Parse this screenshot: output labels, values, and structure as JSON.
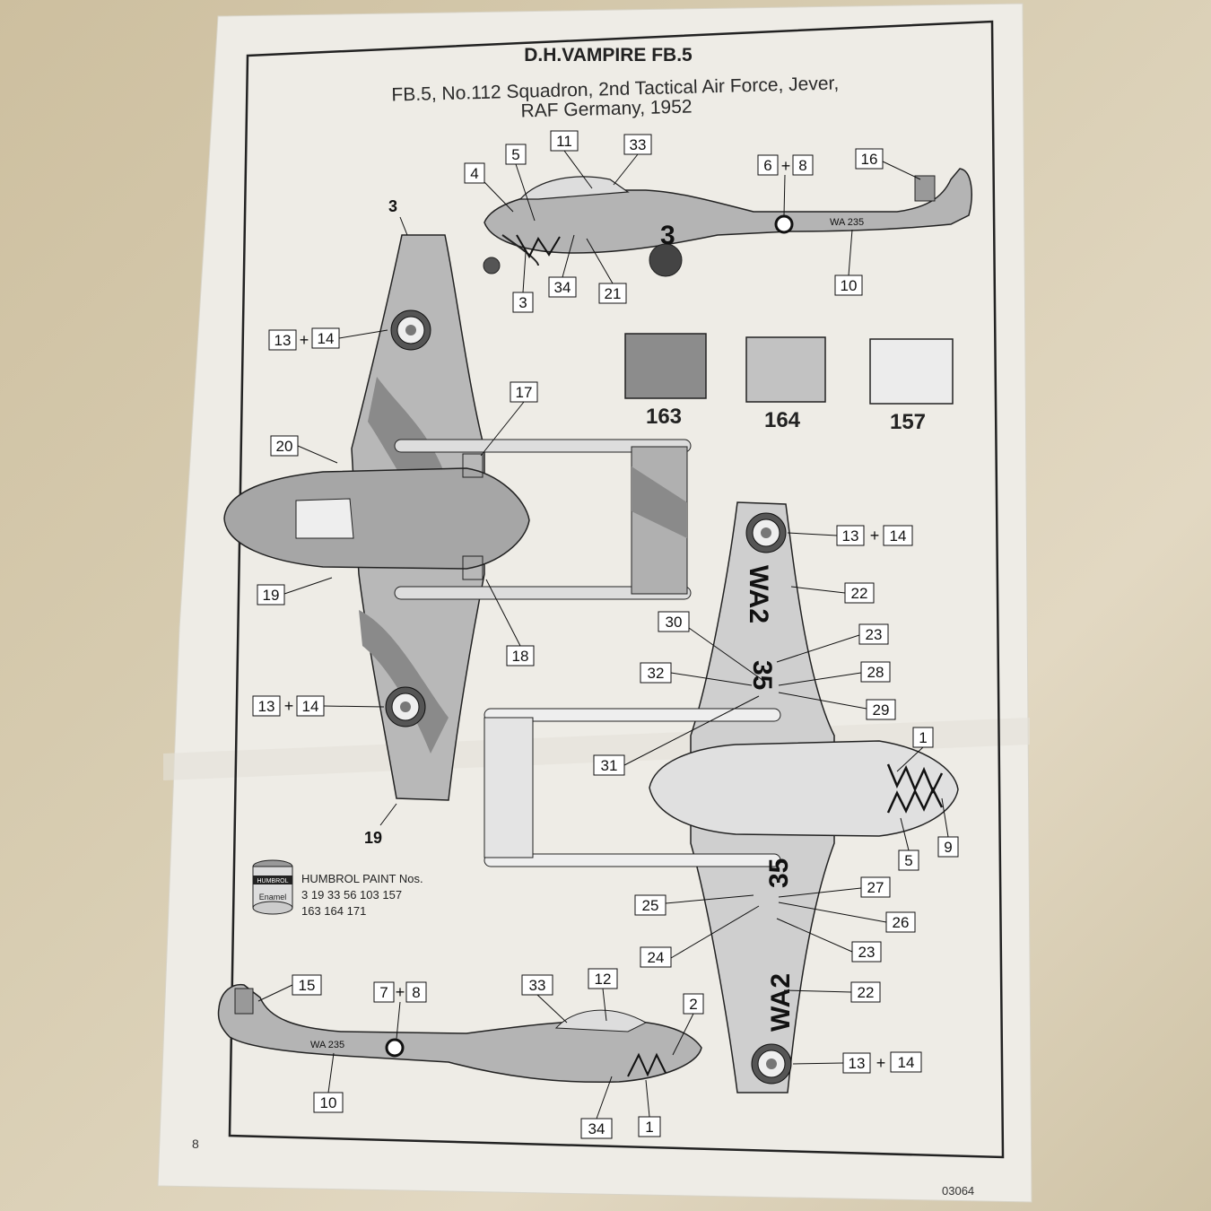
{
  "document": {
    "title": "D.H.VAMPIRE FB.5",
    "subtitle_line1": "FB.5, No.112 Squadron, 2nd Tactical Air Force,  Jever,",
    "subtitle_line2": "RAF Germany, 1952",
    "page_number": "8",
    "catalog_code": "03064"
  },
  "swatches": [
    {
      "number": "163",
      "color": "#8c8c8c"
    },
    {
      "number": "164",
      "color": "#c2c2c2"
    },
    {
      "number": "157",
      "color": "#ececec"
    }
  ],
  "paint_legend": {
    "heading": "HUMBROL PAINT Nos.",
    "line1": "3 19 33 56 103 157",
    "line2": "163 164 171",
    "tin_brand": "HUMBROL",
    "tin_label": "Enamel"
  },
  "aircraft_markings": {
    "serial_small": "WA 235",
    "serial_large": "WA2",
    "code_number": "35",
    "side_code": "3"
  },
  "callouts": {
    "top_side": {
      "c4": "4",
      "c5": "5",
      "c11": "11",
      "c33": "33",
      "c6": "6",
      "c8": "8",
      "c16": "16",
      "c3": "3",
      "c34": "34",
      "c21": "21",
      "c10": "10"
    },
    "plan_top": {
      "c3": "3",
      "c13": "13",
      "c14": "14",
      "c17": "17",
      "c20": "20",
      "c19a": "19",
      "c18": "18",
      "c13b": "13",
      "c14b": "14",
      "c19b": "19"
    },
    "plan_under": {
      "c13": "13",
      "c14": "14",
      "c22": "22",
      "c30": "30",
      "c23": "23",
      "c32": "32",
      "c28": "28",
      "c29": "29",
      "c31": "31",
      "c1": "1",
      "c5": "5",
      "c9": "9",
      "c27": "27",
      "c25": "25",
      "c26": "26",
      "c24": "24",
      "c23b": "23",
      "c22b": "22",
      "c13b": "13",
      "c14b": "14"
    },
    "bottom_side": {
      "c15": "15",
      "c7": "7",
      "c8": "8",
      "c33": "33",
      "c12": "12",
      "c2": "2",
      "c10": "10",
      "c34": "34",
      "c1": "1"
    }
  },
  "plus_sign": "+"
}
